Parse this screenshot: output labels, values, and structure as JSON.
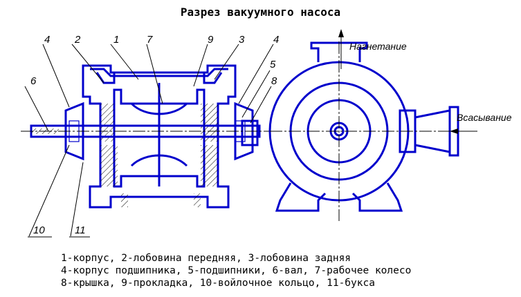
{
  "title": "Разрез вакуумного насоса",
  "callouts": [
    "4",
    "2",
    "1",
    "7",
    "9",
    "3",
    "4",
    "5",
    "6",
    "8",
    "10",
    "11"
  ],
  "flow_labels": {
    "discharge": "Нагнетание",
    "suction": "Всасывание"
  },
  "legend": [
    "1-корпус, 2-лобовина передняя, 3-лобовина задняя",
    "4-корпус подшипника, 5-подшипники, 6-вал, 7-рабочее колесо",
    "8-крышка, 9-прокладка, 10-войлочное кольцо, 11-букса"
  ],
  "colors": {
    "line": "#0000cc",
    "hatch": "#000000",
    "background": "#ffffff"
  }
}
